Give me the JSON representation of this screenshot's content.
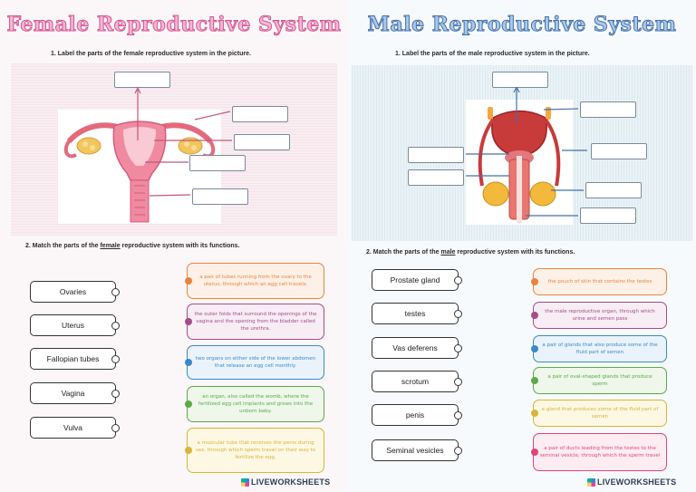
{
  "female": {
    "title": "Female Reproductive System",
    "instruction1": "1.   Label the parts of the female reproductive system in the picture.",
    "instruction2_prefix": "2.   Match the parts of the ",
    "instruction2_underlined": "female",
    "instruction2_suffix": " reproductive system with its functions.",
    "terms": [
      "Ovaries",
      "Uterus",
      "Fallopian tubes",
      "Vagina",
      "Vulva"
    ],
    "functions": [
      {
        "text": "a pair of tubes running from the ovary to the uterus, through which an egg cell travels.",
        "color": "#e8843f",
        "fill": "#fdf0e6"
      },
      {
        "text": "the outer folds that surround the openings of the vagina and the opening from the bladder called the urethra.",
        "color": "#a64c88",
        "fill": "#f7edf4"
      },
      {
        "text": "two organs on either side of the lower abdomen that release an egg cell monthly.",
        "color": "#3b88c8",
        "fill": "#eaf3fb"
      },
      {
        "text": "an organ, also called the womb, where the fertilized egg cell implants and grows into the unborn baby.",
        "color": "#5ca84a",
        "fill": "#eef7ea"
      },
      {
        "text": "a muscular tube that receives the penis during sex, through which sperm travel on their way to fertilize the egg.",
        "color": "#d8b43a",
        "fill": "#fdf8e4"
      }
    ]
  },
  "male": {
    "title": "Male Reproductive System",
    "instruction1": "1.   Label the parts of the male reproductive system in the picture.",
    "instruction2_prefix": "2.   Match the parts of the ",
    "instruction2_underlined": "male",
    "instruction2_suffix": " reproductive system with its functions.",
    "terms": [
      "Prostate gland",
      "testes",
      "Vas deferens",
      "scrotum",
      "penis",
      "Seminal vesicles"
    ],
    "functions": [
      {
        "text": "the pouch of skin that contains the testes",
        "color": "#e8843f",
        "fill": "#fdf0e6"
      },
      {
        "text": "the male reproductive organ, through which urine and semen pass",
        "color": "#a64c88",
        "fill": "#f7edf4"
      },
      {
        "text": "a pair of glands that also produce some of the fluid part of semen",
        "color": "#3b88c8",
        "fill": "#eaf3fb"
      },
      {
        "text": "a pair of oval-shaped glands that produce sperm",
        "color": "#5ca84a",
        "fill": "#eef7ea"
      },
      {
        "text": "a gland that produces some of the fluid part of semen",
        "color": "#d8b43a",
        "fill": "#fdf8e4"
      },
      {
        "text": "a pair of ducts leading from the testes to the seminal vesicle, through which the sperm travel",
        "color": "#e2447a",
        "fill": "#fdecf1"
      }
    ]
  },
  "brand": "LIVEWORKSHEETS"
}
